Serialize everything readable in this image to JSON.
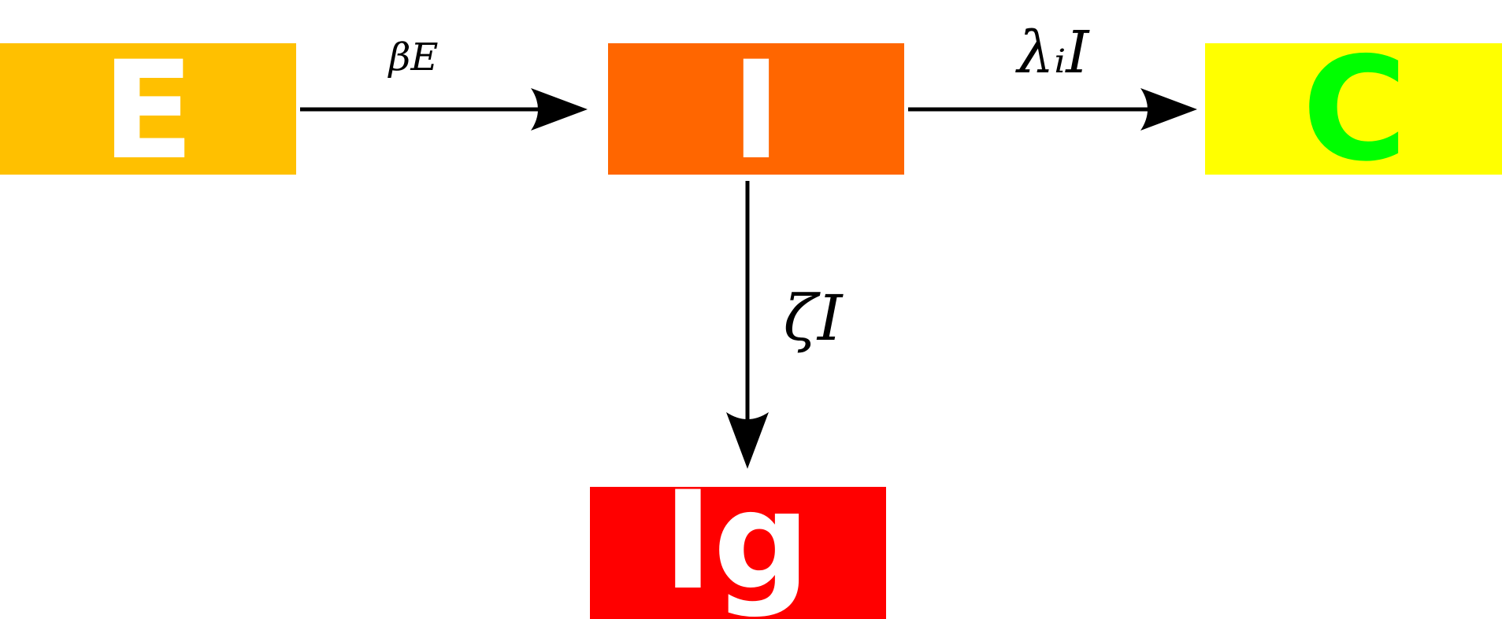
{
  "nodes": {
    "e": {
      "label": "E",
      "fill": "#FFC000",
      "text_color": "#FFFFFF"
    },
    "i": {
      "label": "I",
      "fill": "#FF6600",
      "text_color": "#FFFFFF"
    },
    "c": {
      "label": "C",
      "fill": "#FFFF00",
      "text_color": "#00FF00"
    },
    "ig": {
      "label": "Ig",
      "fill": "#FF0000",
      "text_color": "#FFFFFF"
    }
  },
  "edges": {
    "e_to_i": {
      "label": "βE",
      "from": "E",
      "to": "I"
    },
    "i_to_c": {
      "label": "λᵢI",
      "from": "I",
      "to": "C"
    },
    "i_to_ig": {
      "label": "ζI",
      "from": "I",
      "to": "Ig"
    }
  },
  "arrow_color": "#000000"
}
